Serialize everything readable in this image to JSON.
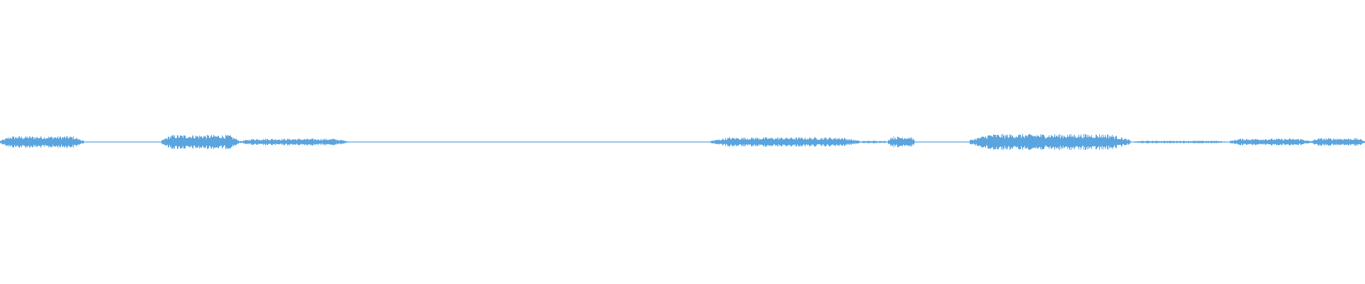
{
  "waveform": {
    "color": "#5aa5df",
    "background": "#ffffff",
    "segments": [
      {
        "start": 0.0,
        "end": 0.061,
        "amplitude": 0.7
      },
      {
        "start": 0.061,
        "end": 0.118,
        "amplitude": 0.03
      },
      {
        "start": 0.118,
        "end": 0.175,
        "amplitude": 0.85
      },
      {
        "start": 0.175,
        "end": 0.255,
        "amplitude": 0.4
      },
      {
        "start": 0.255,
        "end": 0.52,
        "amplitude": 0.03
      },
      {
        "start": 0.52,
        "end": 0.63,
        "amplitude": 0.55
      },
      {
        "start": 0.63,
        "end": 0.65,
        "amplitude": 0.15
      },
      {
        "start": 0.65,
        "end": 0.67,
        "amplitude": 0.65
      },
      {
        "start": 0.67,
        "end": 0.71,
        "amplitude": 0.05
      },
      {
        "start": 0.71,
        "end": 0.828,
        "amplitude": 0.95
      },
      {
        "start": 0.828,
        "end": 0.9,
        "amplitude": 0.15
      },
      {
        "start": 0.9,
        "end": 0.96,
        "amplitude": 0.4
      },
      {
        "start": 0.96,
        "end": 1.0,
        "amplitude": 0.45
      }
    ]
  }
}
